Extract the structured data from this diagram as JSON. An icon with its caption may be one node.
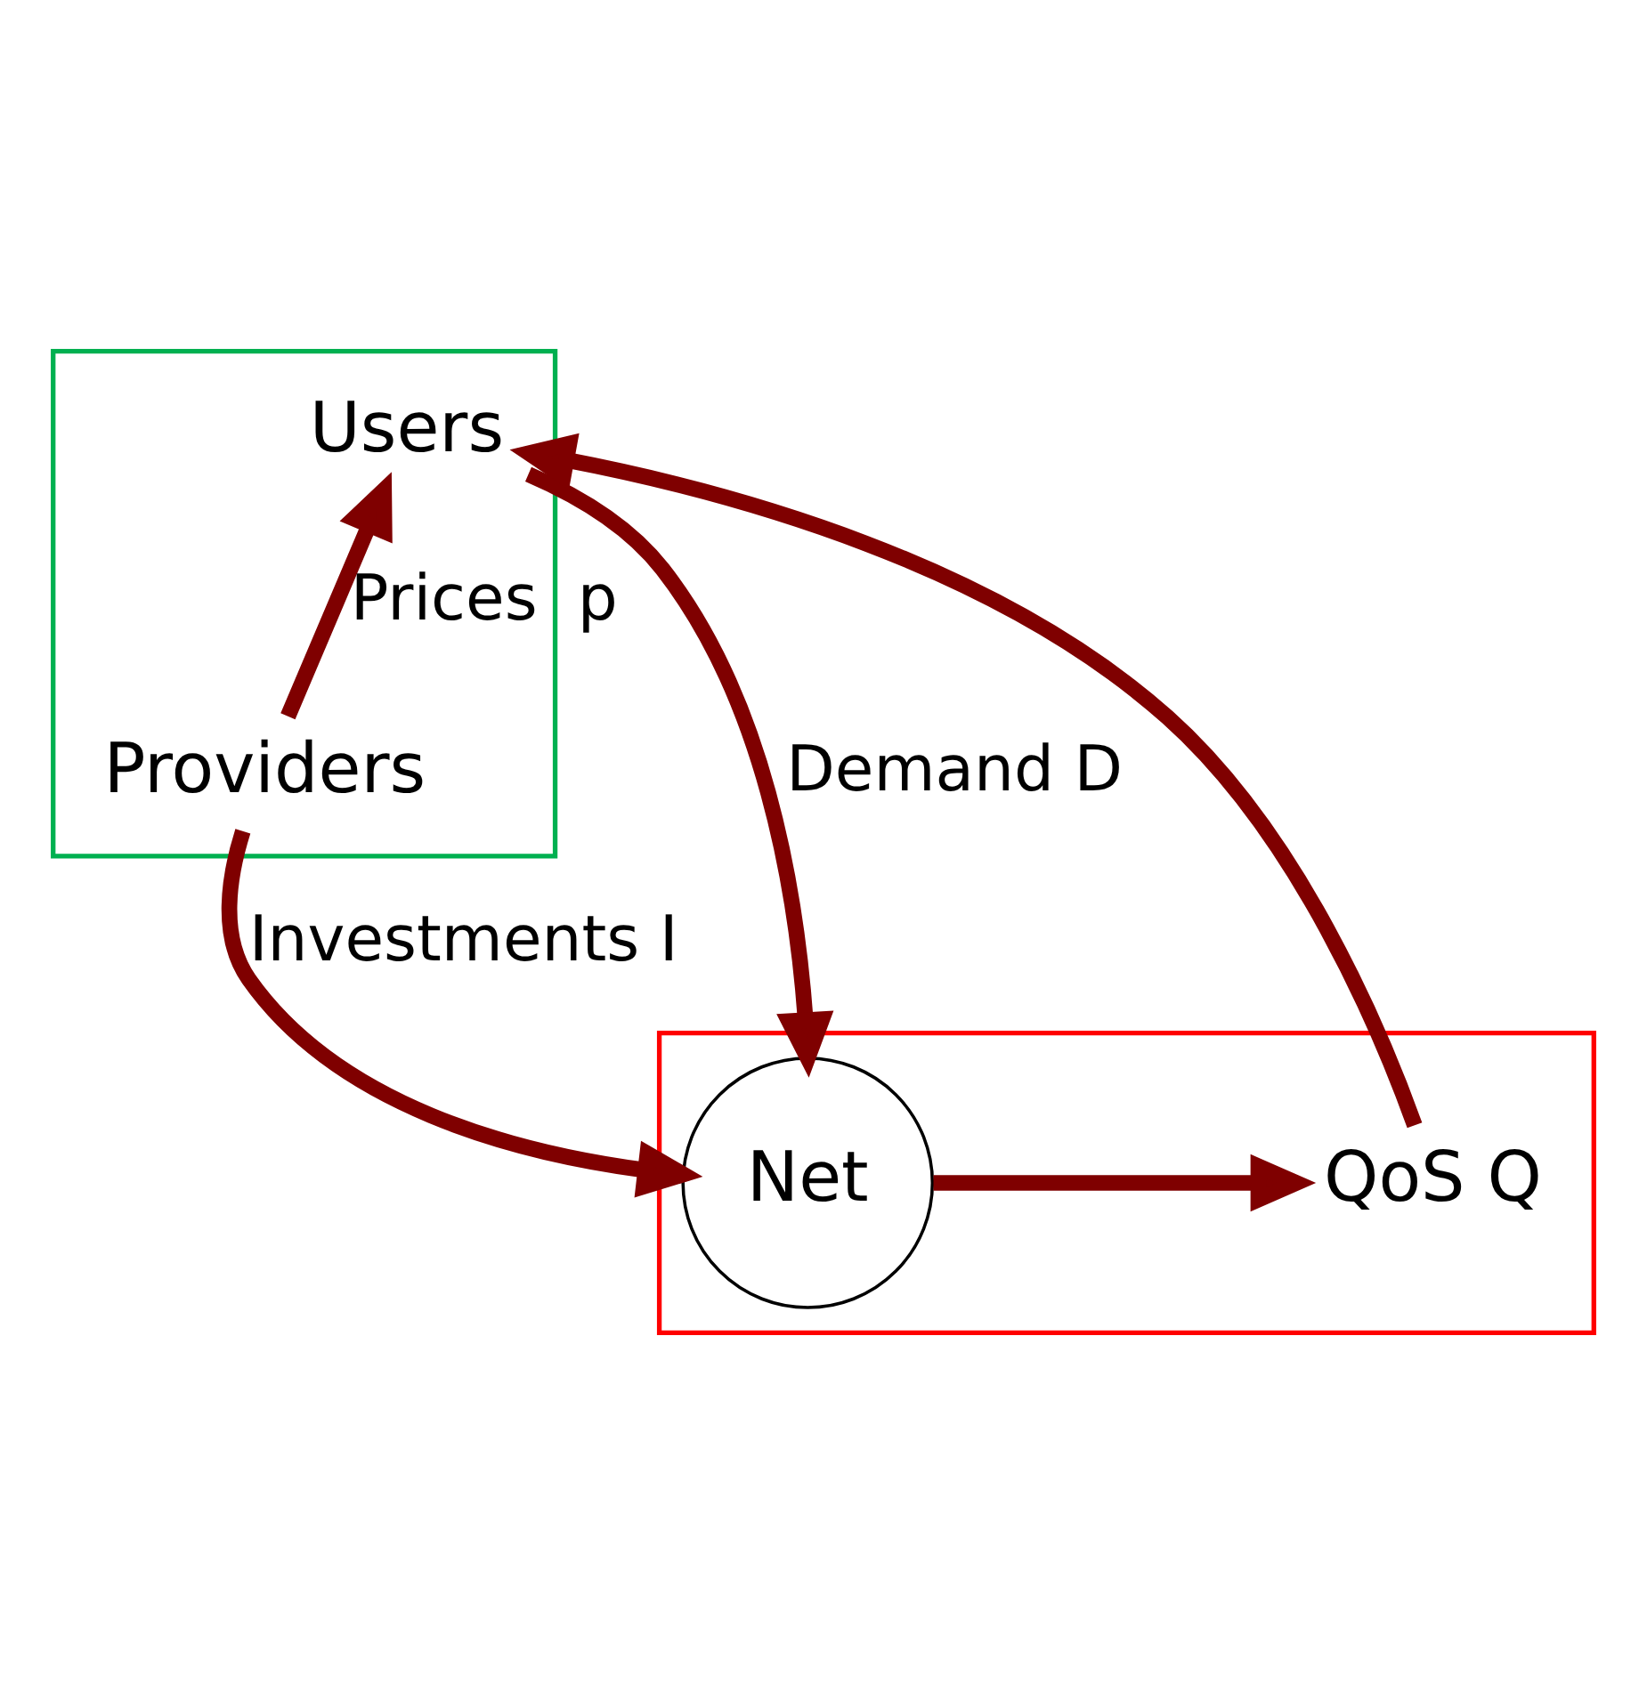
{
  "diagram": {
    "nodes": [
      {
        "text": [],
        "shape": "box"
      },
      {
        "text": [
          "Users"
        ],
        "in": 0
      },
      {
        "text": [
          "Providers"
        ],
        "in": 0
      },
      {
        "text": [],
        "shape": "box"
      },
      {
        "text": [
          "Net"
        ],
        "in": 3
      },
      {
        "text": [
          "QoS Q"
        ],
        "in": 3
      }
    ],
    "edges": [
      {
        "from": 2,
        "to": 1,
        "arrow": "to",
        "label": "Prices  p"
      },
      {
        "from": 2,
        "to": 4,
        "arrow": "to",
        "label": "Investments I"
      },
      {
        "from": 1,
        "to": 4,
        "arrow": "to",
        "label": "Demand D"
      },
      {
        "from": 4,
        "to": 5,
        "arrow": "to"
      },
      {
        "from": 5,
        "to": 1,
        "arrow": "to"
      }
    ]
  }
}
